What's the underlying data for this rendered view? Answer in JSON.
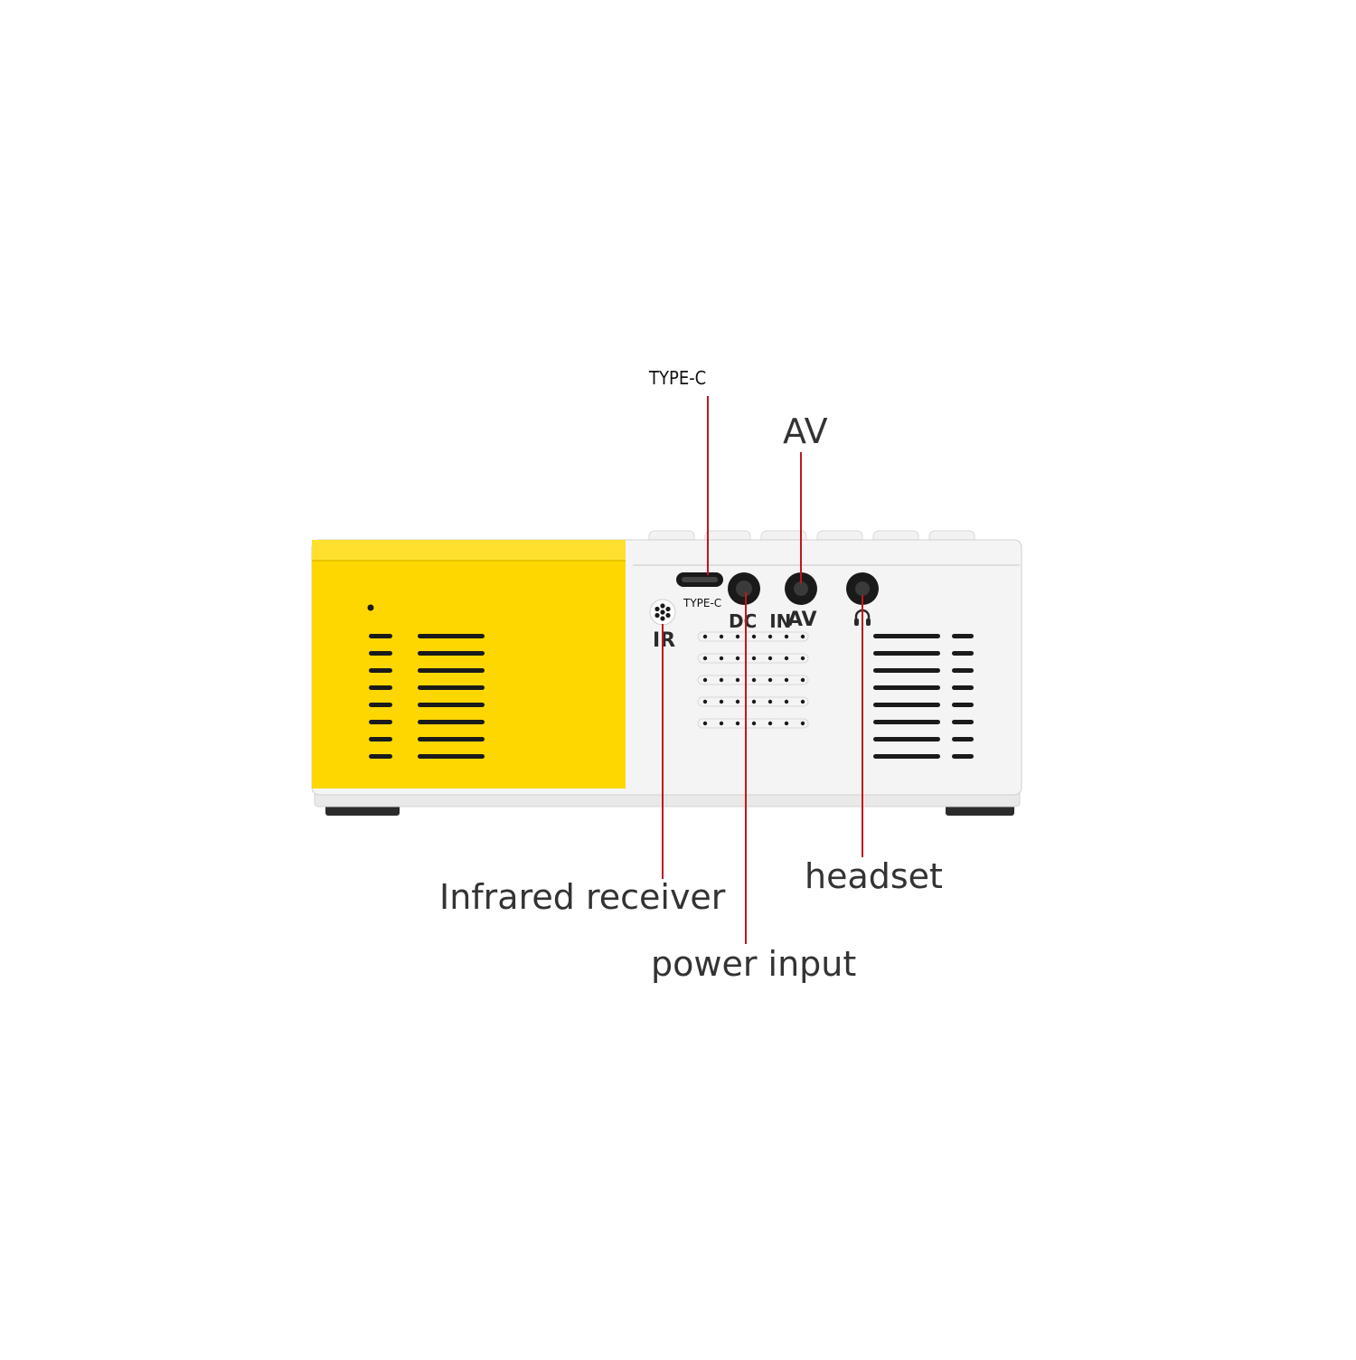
{
  "callouts": {
    "type_c": "TYPE-C",
    "av": "AV",
    "infrared_receiver": "Infrared receiver",
    "headset": "headset",
    "power_input": "power input"
  },
  "device_labels": {
    "type_c": "TYPE-C",
    "dc_in": "DC  IN",
    "av": "AV",
    "ir": "IR"
  },
  "colors": {
    "body_yellow": "#FFD700",
    "body_white": "#F4F4F4",
    "callout_line": "#C0161C",
    "text": "#333333",
    "port_black": "#1A1A1A"
  },
  "icons": {
    "headphone_port": "headphone-icon",
    "ir_sensor": "ir-sensor-icon"
  }
}
